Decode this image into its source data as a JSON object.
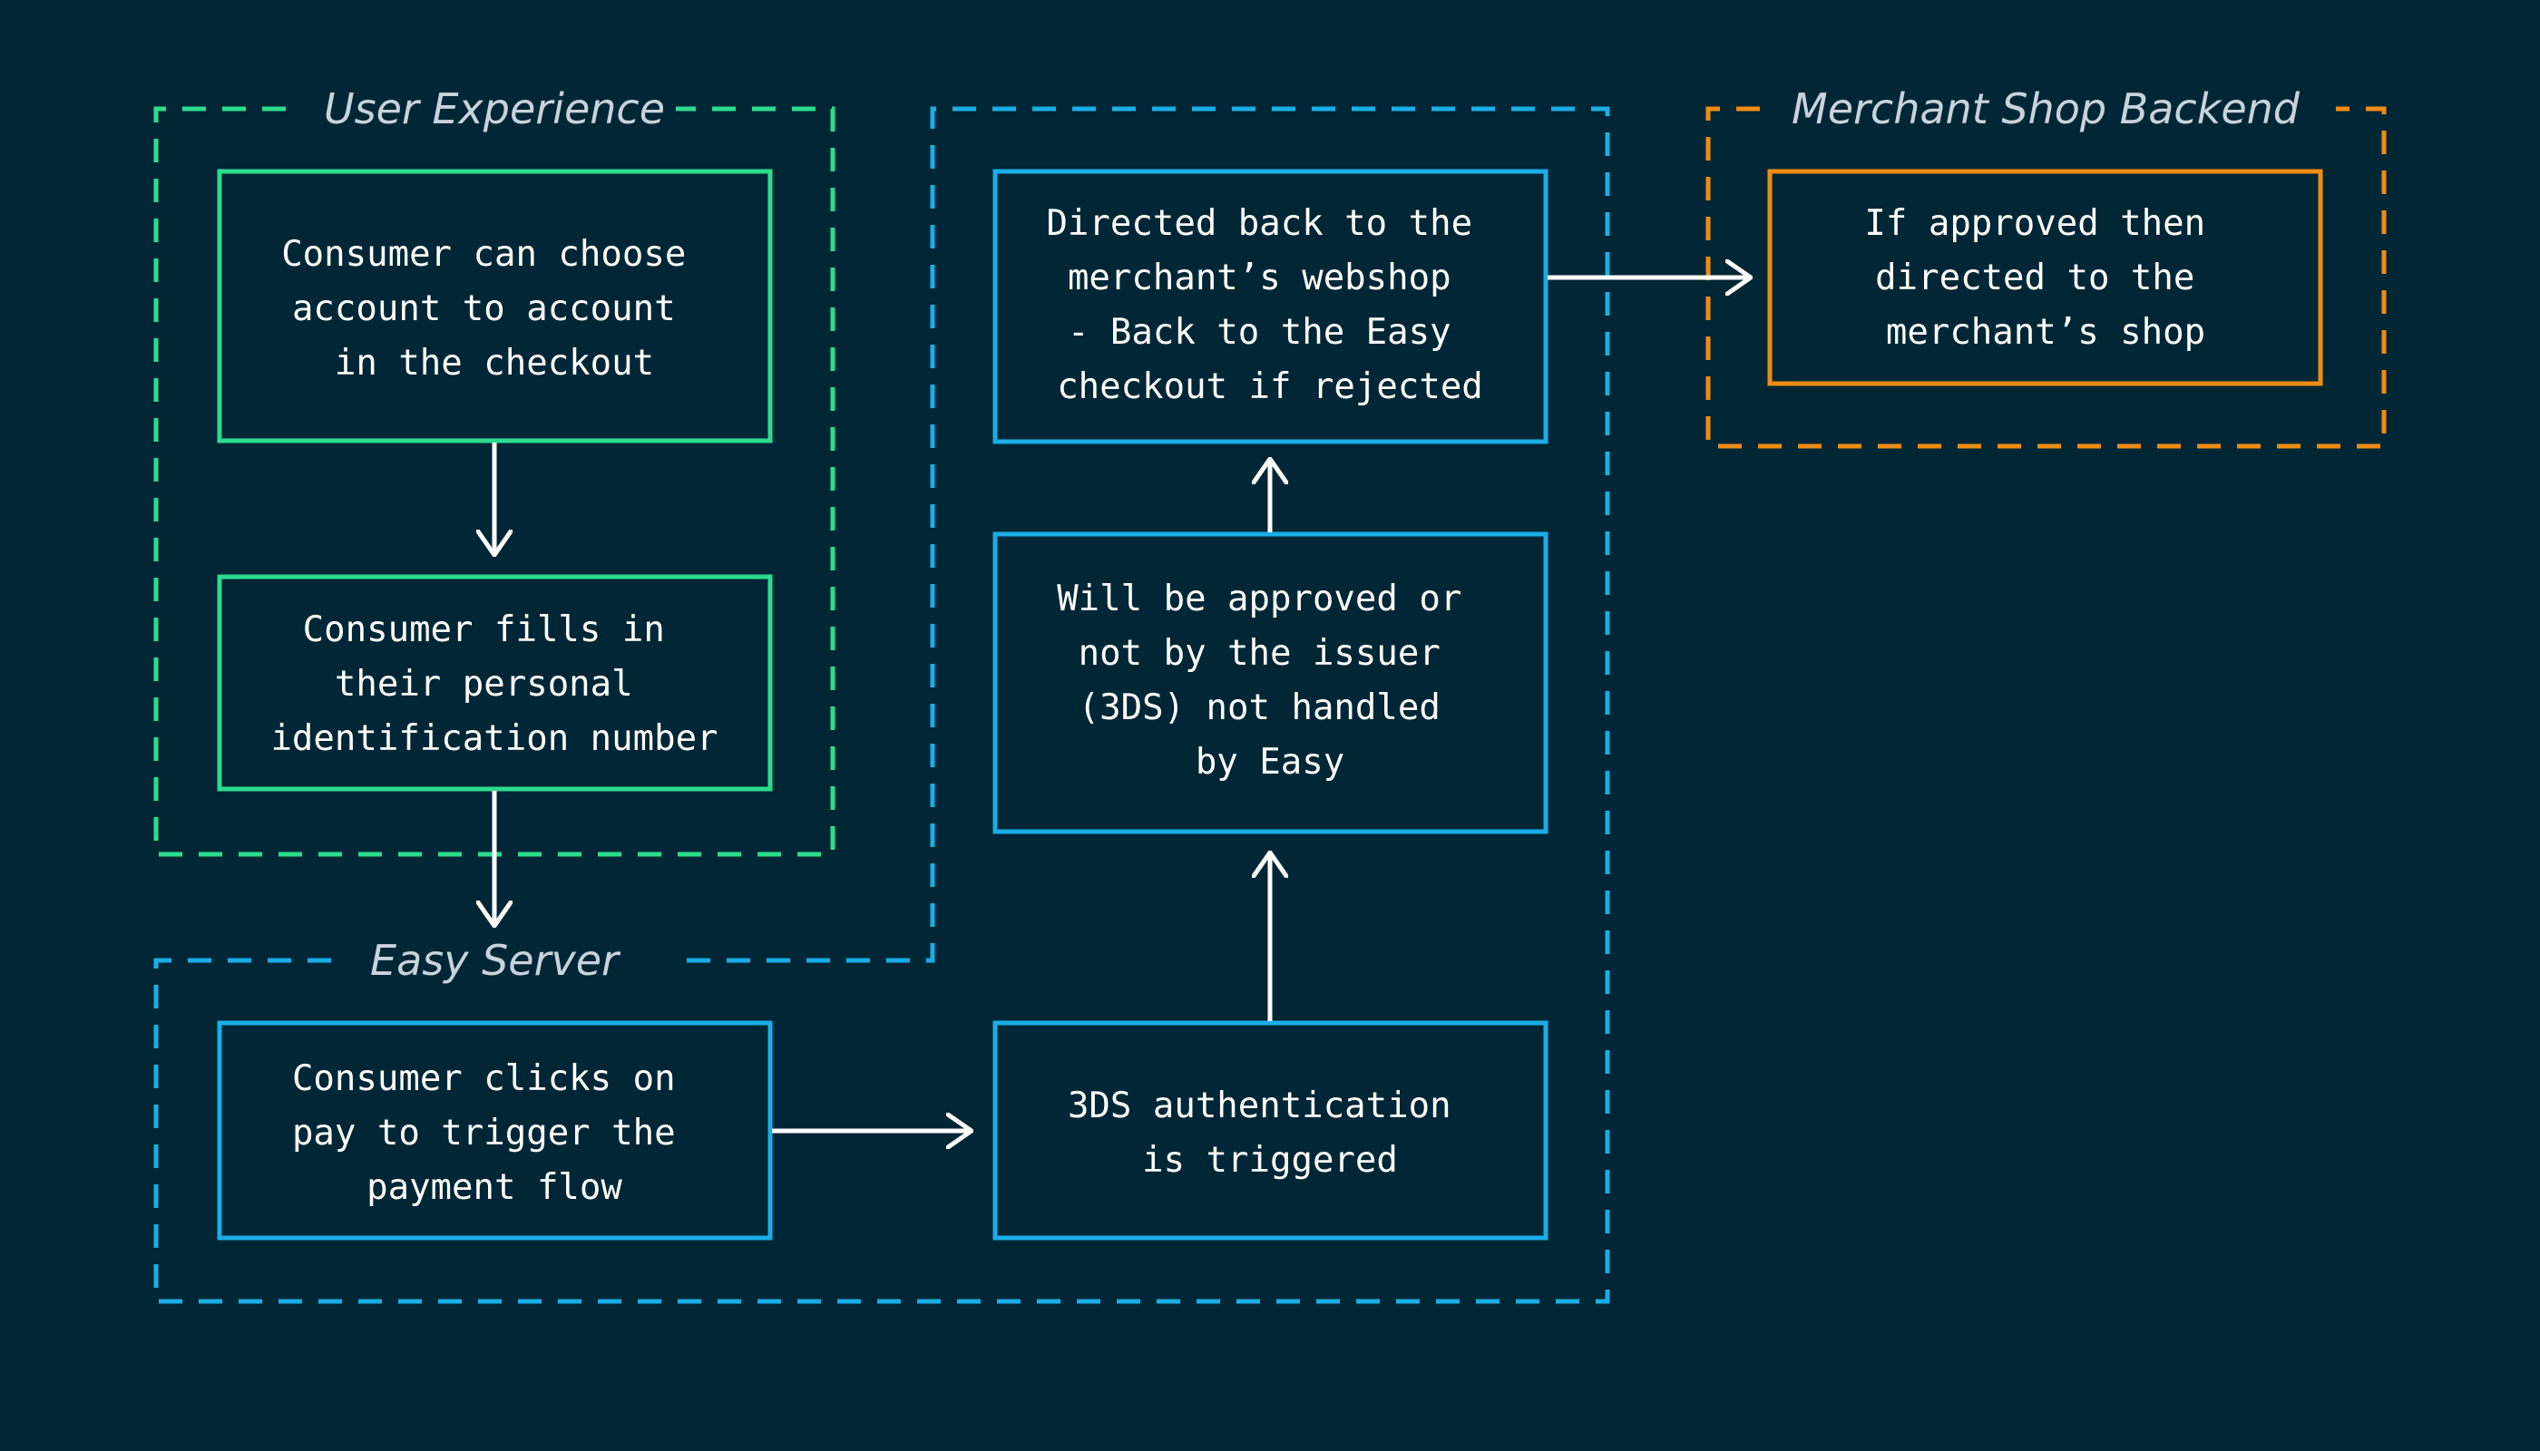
{
  "colors": {
    "background": "#012736",
    "user_experience": "#2cdc8c",
    "easy": "#1aaee6",
    "merchant": "#f08c12",
    "arrow": "#ffffff",
    "label": "#c9d3dc"
  },
  "groups": {
    "user_experience": {
      "label": "User Experience"
    },
    "easy_server": {
      "label": "Easy Server"
    },
    "merchant_backend": {
      "label": "Merchant Shop Backend"
    }
  },
  "nodes": {
    "choose_account": {
      "lines": [
        "Consumer can choose",
        "account to account",
        "in the checkout"
      ]
    },
    "fill_pin": {
      "lines": [
        "Consumer fills in",
        "their personal",
        "identification number"
      ]
    },
    "click_pay": {
      "lines": [
        "Consumer clicks on",
        "pay to trigger the",
        "payment flow"
      ]
    },
    "auth_3ds": {
      "lines": [
        "3DS authentication",
        "is triggered"
      ]
    },
    "issuer_approval": {
      "lines": [
        "Will be approved or",
        "not by the issuer",
        "(3DS) not handled",
        "by Easy"
      ]
    },
    "directed_back": {
      "lines": [
        "Directed back to the",
        "merchant’s webshop",
        "- Back to the Easy",
        "checkout if rejected"
      ]
    },
    "merchant_shop": {
      "lines": [
        "If approved then",
        "directed to the",
        "merchant’s shop"
      ]
    }
  }
}
